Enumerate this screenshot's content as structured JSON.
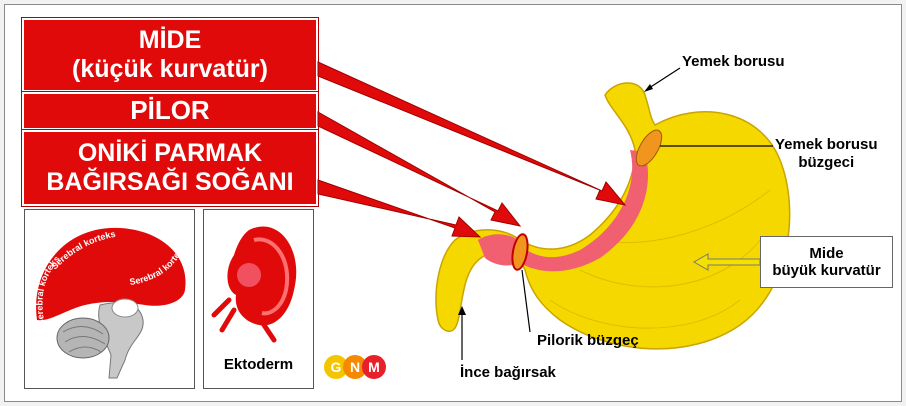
{
  "boxes": {
    "mide_line1": "MİDE",
    "mide_line2": "(küçük kurvatür)",
    "pilor": "PİLOR",
    "oniki_line1": "ONİKİ PARMAK",
    "oniki_line2": "BAĞIRSAĞI SOĞANI"
  },
  "brain": {
    "cortex_label_1": "Serebral korteks",
    "cortex_label_2": "Serebral korteks",
    "cortex_label_3": "Serebral korteks"
  },
  "embryo": {
    "caption": "Ektoderm"
  },
  "logo": {
    "g": "G",
    "n": "N",
    "m": "M",
    "colors": [
      "#f5c400",
      "#f58a00",
      "#e8202a"
    ]
  },
  "stomach_labels": {
    "esophagus": "Yemek borusu",
    "sphincter_line1": "Yemek borusu",
    "sphincter_line2": "büzgeci",
    "greater_curvature_line1": "Mide",
    "greater_curvature_line2": "büyük kurvatür",
    "pyloric_sphincter": "Pilorik büzgeç",
    "small_intestine": "İnce bağırsak"
  },
  "colors": {
    "accent_red": "#e10a0a",
    "stomach_yellow": "#f5d800",
    "stomach_pink": "#f06070",
    "sphincter_orange": "#f0951e"
  }
}
